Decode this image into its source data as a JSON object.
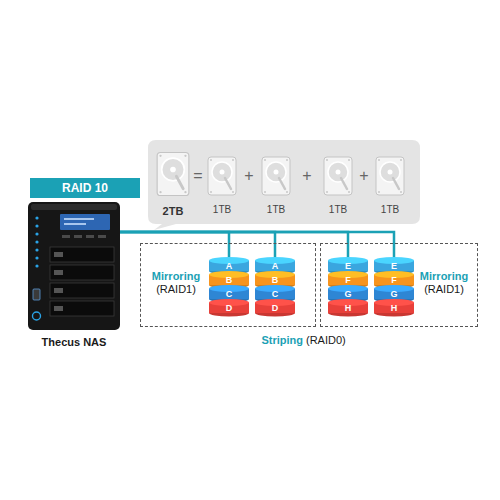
{
  "diagram": {
    "nodes": [
      {
        "text": [
          "RAID 10"
        ]
      },
      {
        "text": [
          "Thecus NAS"
        ]
      },
      {
        "text": [
          "Mirroring",
          "(RAID1)"
        ]
      },
      {
        "text": [
          "A"
        ],
        "in": 2
      },
      {
        "text": [
          "B"
        ],
        "in": 2
      },
      {
        "text": [
          "C"
        ],
        "in": 2
      },
      {
        "text": [
          "D"
        ],
        "in": 2
      },
      {
        "text": [
          "A"
        ],
        "in": 2
      },
      {
        "text": [
          "B"
        ],
        "in": 2
      },
      {
        "text": [
          "C"
        ],
        "in": 2
      },
      {
        "text": [
          "D"
        ],
        "in": 2
      },
      {
        "text": [
          "Mirroring",
          "(RAID1)"
        ]
      },
      {
        "text": [
          "E"
        ],
        "in": 11
      },
      {
        "text": [
          "F"
        ],
        "in": 11
      },
      {
        "text": [
          "G"
        ],
        "in": 11
      },
      {
        "text": [
          "H"
        ],
        "in": 11
      },
      {
        "text": [
          "E"
        ],
        "in": 11
      },
      {
        "text": [
          "F"
        ],
        "in": 11
      },
      {
        "text": [
          "G"
        ],
        "in": 11
      },
      {
        "text": [
          "H"
        ],
        "in": 11
      }
    ],
    "edges": [
      {
        "from": 1,
        "to": 3,
        "arrow": "none"
      },
      {
        "from": 1,
        "to": 7,
        "arrow": "none"
      },
      {
        "from": 1,
        "to": 12,
        "arrow": "none"
      },
      {
        "from": 1,
        "to": 16,
        "arrow": "none"
      }
    ],
    "labels": [
      "2TB",
      "=",
      "1TB",
      "+",
      "1TB",
      "+",
      "1TB",
      "+",
      "1TB",
      "Striping",
      "(RAID0)"
    ]
  }
}
